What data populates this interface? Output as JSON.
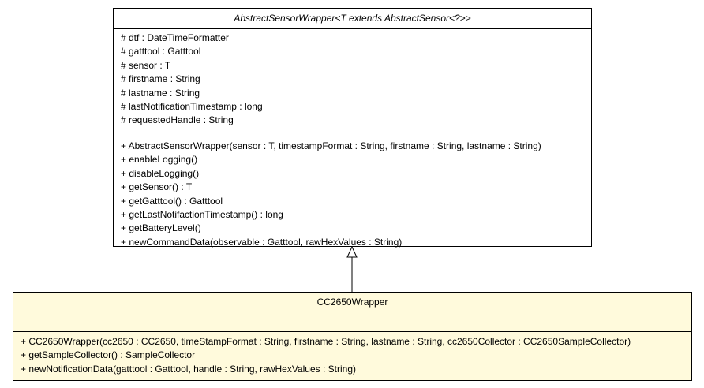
{
  "abstract_class": {
    "name": "AbstractSensorWrapper<T extends AbstractSensor<?>>",
    "attributes": [
      "# dtf : DateTimeFormatter",
      "# gatttool : Gatttool",
      "# sensor : T",
      "# firstname : String",
      "# lastname : String",
      "# lastNotificationTimestamp : long",
      "# requestedHandle : String"
    ],
    "operations": [
      "+ AbstractSensorWrapper(sensor : T, timestampFormat : String, firstname : String, lastname : String)",
      "+ enableLogging()",
      "+ disableLogging()",
      "+ getSensor() : T",
      "+ getGatttool() : Gatttool",
      "+ getLastNotifactionTimestamp() : long",
      "+ getBatteryLevel()",
      "+ newCommandData(observable : Gatttool, rawHexValues : String)"
    ]
  },
  "concrete_class": {
    "name": "CC2650Wrapper",
    "attributes": [],
    "operations": [
      "+ CC2650Wrapper(cc2650 : CC2650, timeStampFormat : String, firstname : String, lastname : String, cc2650Collector : CC2650SampleCollector)",
      "+ getSampleCollector() : SampleCollector",
      "+ newNotificationData(gatttool : Gatttool, handle : String, rawHexValues : String)"
    ]
  },
  "colors": {
    "concrete_fill": "#fffadc",
    "abstract_fill": "#ffffff",
    "line": "#000000"
  },
  "relationship": {
    "type": "generalization",
    "from": "CC2650Wrapper",
    "to": "AbstractSensorWrapper"
  }
}
